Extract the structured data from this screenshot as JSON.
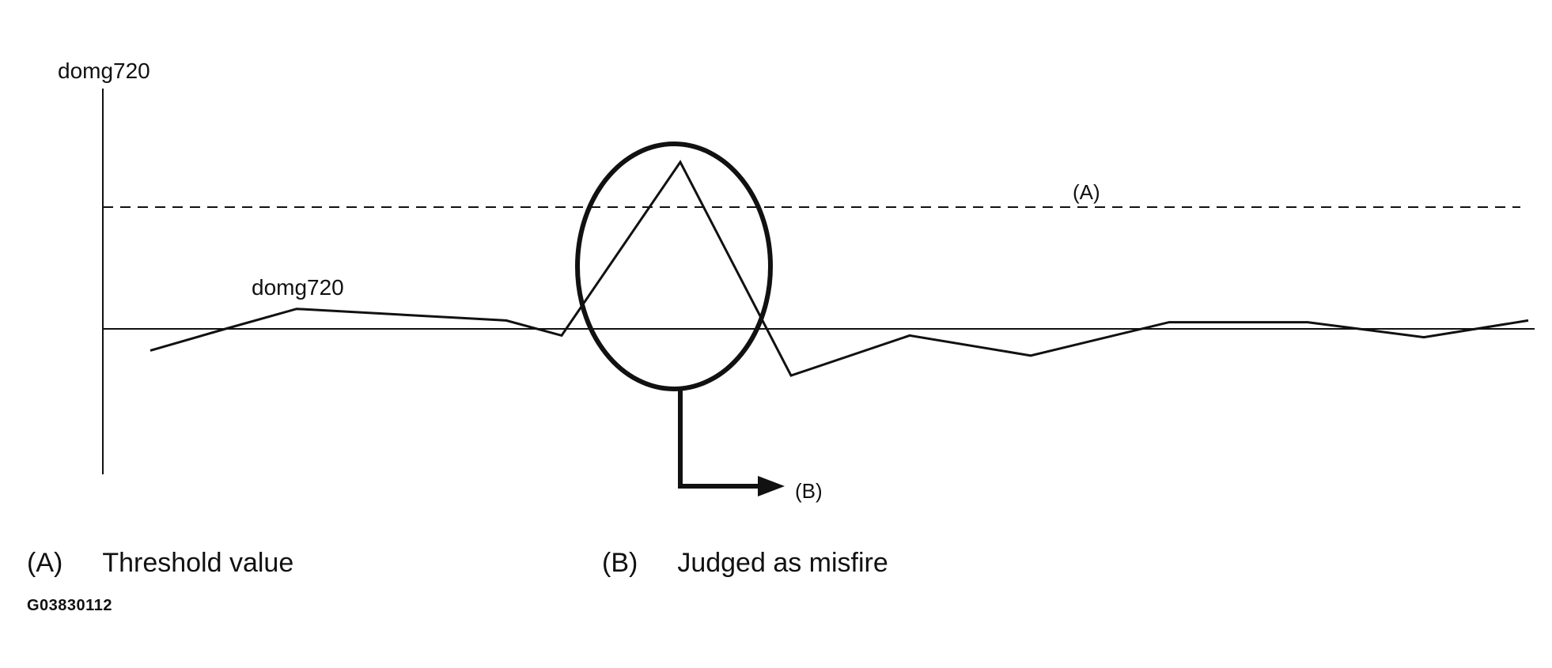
{
  "diagram": {
    "y_axis_label": "domg720",
    "signal_label": "domg720",
    "threshold_marker": "(A)",
    "misfire_marker": "(B)",
    "signal": [
      -0.13,
      0.0,
      0.12,
      0.05,
      -0.04,
      1.0,
      -0.28,
      -0.04,
      -0.16,
      0.04,
      0.04,
      -0.05,
      0.05
    ],
    "threshold": 0.73
  },
  "legend": [
    {
      "key": "(A)",
      "text": "Threshold value"
    },
    {
      "key": "(B)",
      "text": "Judged as misfire"
    }
  ],
  "figure_id": "G03830112",
  "colors": {
    "line": "#111111",
    "background": "#ffffff"
  }
}
